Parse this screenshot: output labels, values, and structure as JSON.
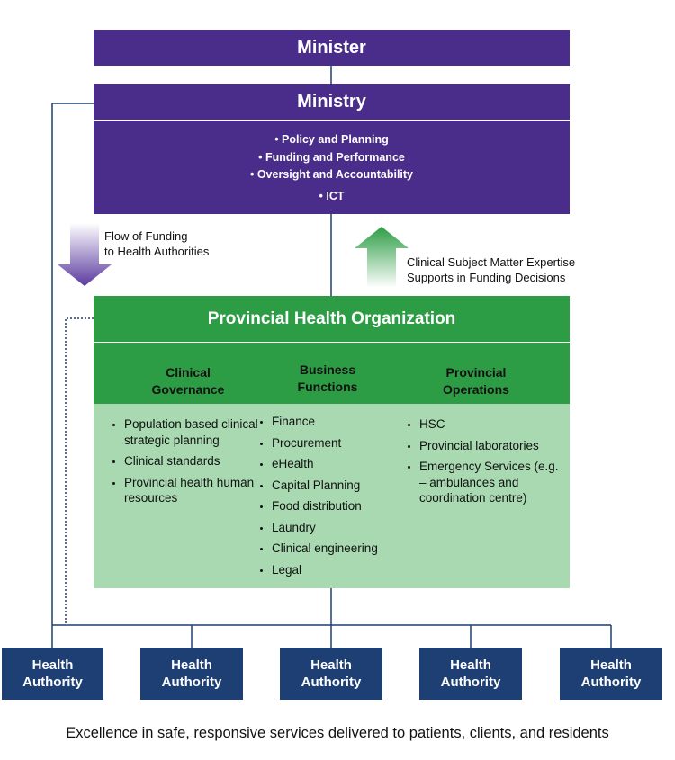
{
  "minister": {
    "title": "Minister"
  },
  "ministry": {
    "title": "Ministry",
    "items": [
      "• Policy and Planning",
      "• Funding and Performance",
      "• Oversight and Accountability",
      "• ICT"
    ]
  },
  "notes": {
    "funding_flow": [
      "Flow of Funding",
      "to Health Authorities"
    ],
    "clinical_expertise": [
      "Clinical Subject Matter Expertise",
      "Supports in Funding Decisions"
    ]
  },
  "pho": {
    "title": "Provincial Health Organization",
    "columns": [
      {
        "heading": [
          "Clinical",
          "Governance"
        ],
        "items": [
          "Population based clinical strategic planning",
          "Clinical standards",
          "Provincial health human resources"
        ]
      },
      {
        "heading": [
          "Business",
          "Functions"
        ],
        "items": [
          "Finance",
          "Procurement",
          "eHealth",
          "Capital Planning",
          "Food distribution",
          "Laundry",
          "Clinical engineering",
          "Legal"
        ]
      },
      {
        "heading": [
          "Provincial",
          "Operations"
        ],
        "items": [
          "HSC",
          "Provincial laboratories",
          "Emergency Services (e.g. – ambulances and coordination centre)"
        ]
      }
    ]
  },
  "health_authorities": [
    {
      "label": [
        "Health",
        "Authority"
      ]
    },
    {
      "label": [
        "Health",
        "Authority"
      ]
    },
    {
      "label": [
        "Health",
        "Authority"
      ]
    },
    {
      "label": [
        "Health",
        "Authority"
      ]
    },
    {
      "label": [
        "Health",
        "Authority"
      ]
    }
  ],
  "footer": {
    "text": "Excellence in safe, responsive services delivered to patients, clients, and residents"
  },
  "colors": {
    "ministry_purple": "#4a2c8a",
    "pho_green_dark": "#2d9d45",
    "pho_green_light": "#a8d9b1",
    "health_authority_navy": "#1e3f73",
    "connector_blue": "#1e3f73"
  }
}
